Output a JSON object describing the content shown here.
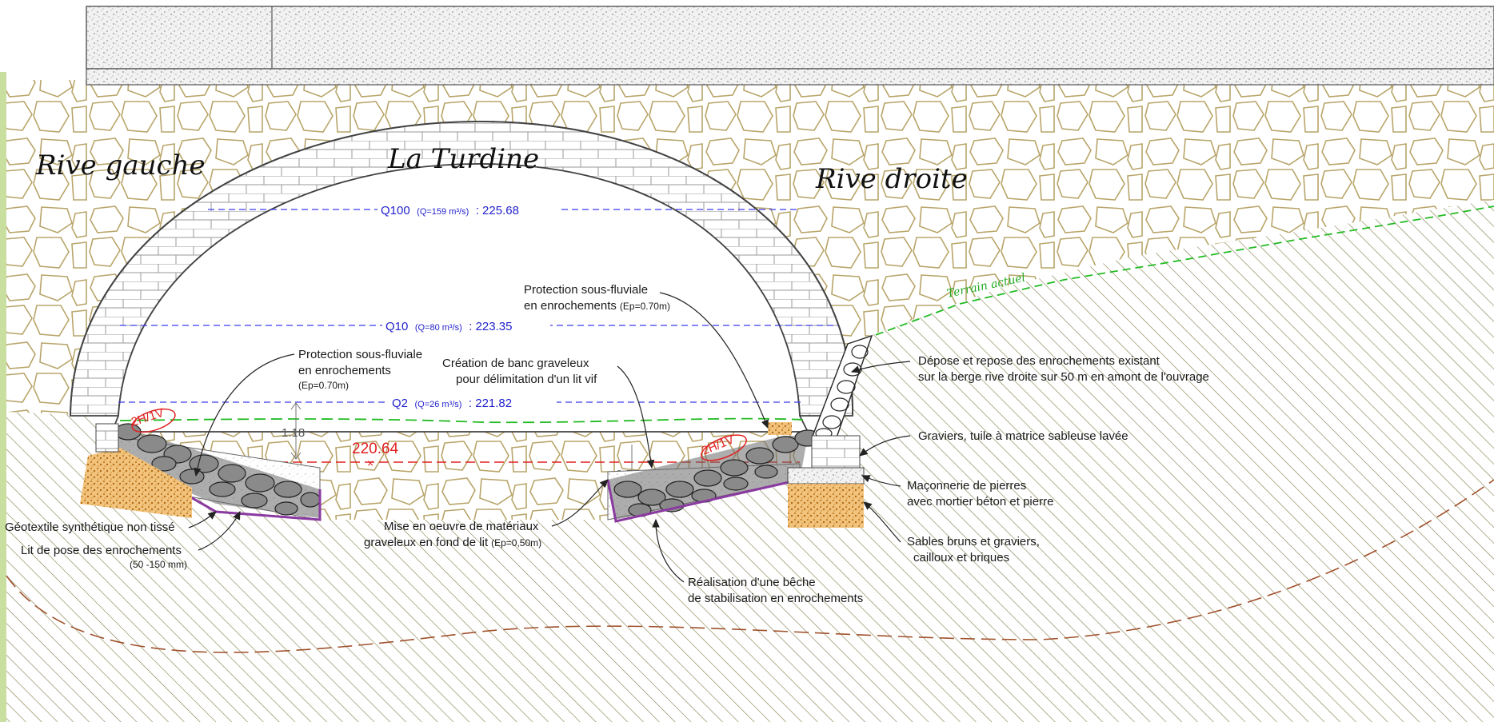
{
  "titles": {
    "left_bank": "Rive gauche",
    "river": "La Turdine",
    "right_bank": "Rive droite",
    "terrain": "Terrain actuel"
  },
  "flood_levels": {
    "q100": {
      "name": "Q100",
      "flow": "(Q=159 m³/s)",
      "level": ": 225.68"
    },
    "q10": {
      "name": "Q10",
      "flow": "(Q=80 m³/s)",
      "level": ": 223.35"
    },
    "q2": {
      "name": "Q2",
      "flow": "(Q=26 m³/s)",
      "level": ": 221.82"
    }
  },
  "dimensions": {
    "bed_elevation": "220.64",
    "depth_1": "1.18",
    "depth_2": "0.50",
    "slope_left": "2H/1V",
    "slope_right": "2H/1V"
  },
  "annotations": {
    "protection_right": {
      "line1": "Protection sous-fluviale",
      "line2": "en enrochements",
      "note": "(Ep=0.70m)"
    },
    "protection_left": {
      "line1": "Protection sous-fluviale",
      "line2": "en enrochements",
      "note": "(Ep=0.70m)"
    },
    "banc": {
      "line1": "Création de banc graveleux",
      "line2": "pour délimitation d'un lit vif"
    },
    "depose": {
      "line1": "Dépose et repose des enrochements existant",
      "line2": "sur la berge rive droite sur 50 m en amont de l'ouvrage"
    },
    "graviers": {
      "line1": "Graviers, tuile à matrice sableuse lavée"
    },
    "maconnerie": {
      "line1": "Maçonnerie de pierres",
      "line2": "avec mortier béton et pierre"
    },
    "sables": {
      "line1": "Sables bruns et graviers,",
      "line2": "cailloux et briques"
    },
    "geotextile": {
      "line1": "Géotextile synthétique non tissé"
    },
    "lit_pose": {
      "line1": "Lit de pose des enrochements",
      "note": "(50 -150 mm)"
    },
    "mise_oeuvre": {
      "line1": "Mise en oeuvre de matériaux",
      "line2": "graveleux en fond de lit",
      "note": "(Ep=0,50m)"
    },
    "beche": {
      "line1": "Réalisation d'une bêche",
      "line2": "de stabilisation en enrochements"
    }
  },
  "colors": {
    "hatch": "#8a8456",
    "stone": "#b8a56a",
    "flood": "#3a3aee",
    "terrain": "#22bb22",
    "red": "#e02020",
    "purple": "#8a3aa0",
    "sand": "#d69a3a",
    "green_bar": "#c9dfa0"
  }
}
